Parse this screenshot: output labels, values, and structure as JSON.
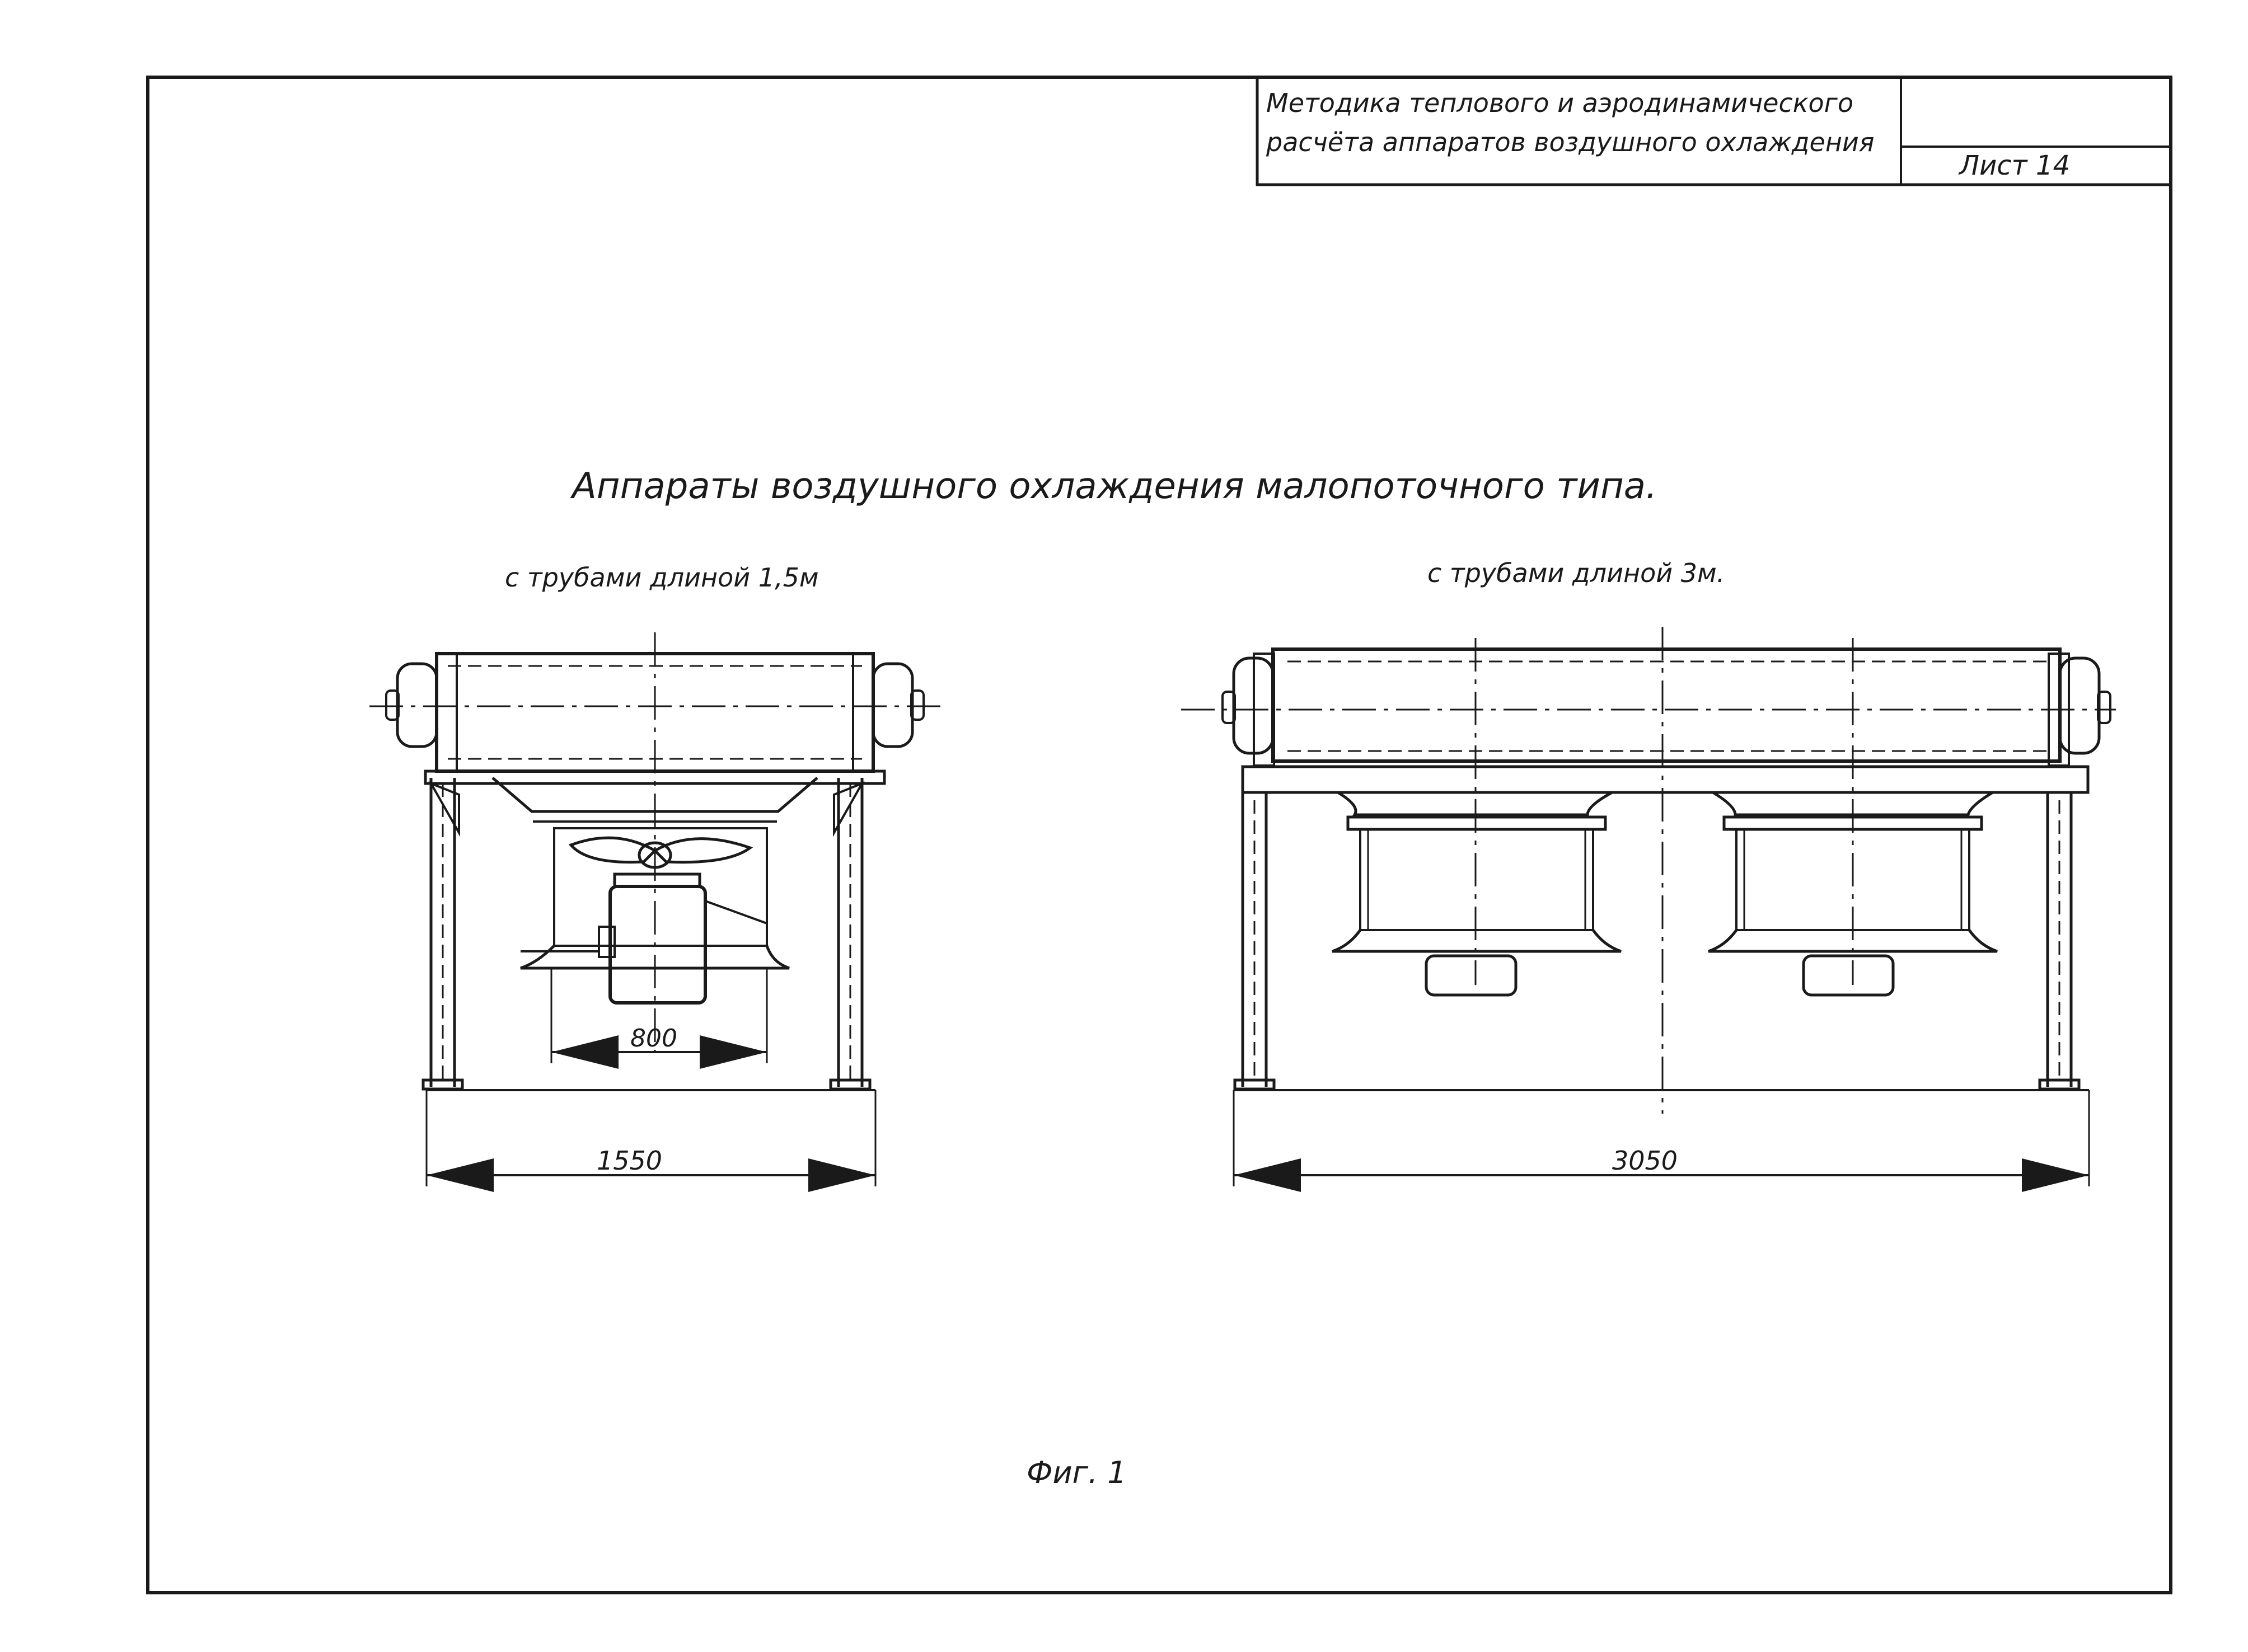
{
  "title_block": {
    "title_line1": "Методика теплового и аэродинамического",
    "title_line2": "расчёта аппаратов воздушного охлаждения",
    "sheet_label": "Лист 14"
  },
  "drawing": {
    "heading": "Аппараты воздушного охлаждения малопоточного типа.",
    "left_view": {
      "caption": "с трубами длиной 1,5м",
      "dim_fan": "800",
      "dim_overall": "1550"
    },
    "right_view": {
      "caption": "с трубами длиной 3м.",
      "dim_overall": "3050"
    },
    "figure_label": "Фиг. 1"
  }
}
